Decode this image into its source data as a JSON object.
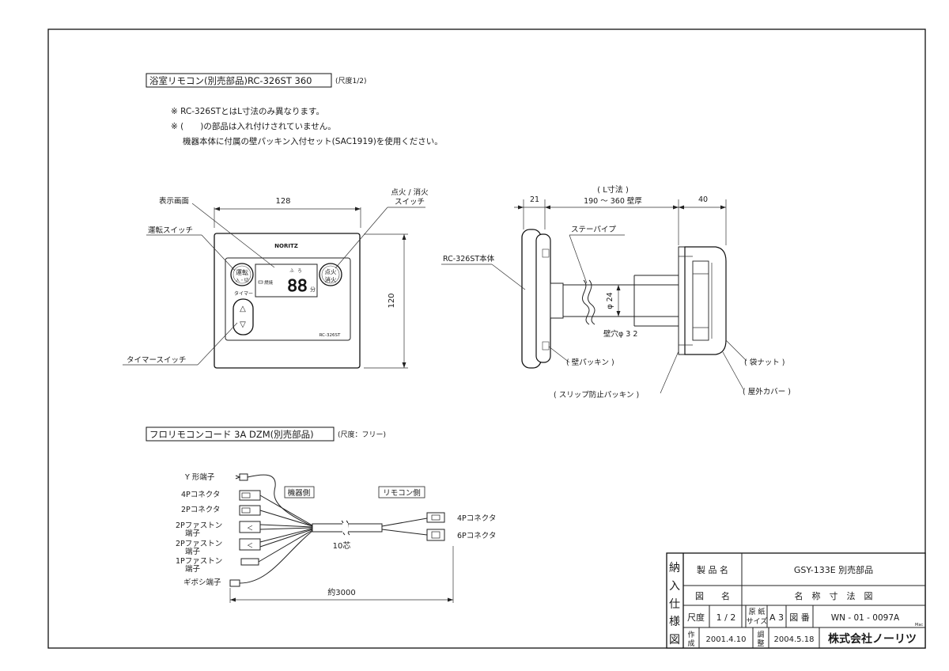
{
  "section1": {
    "title": "浴室リモコン(別売部品)RC-326ST 360",
    "scale": "(尺度1/2)",
    "note1": "※ RC-326STとはL寸法のみ異なります。",
    "note2": "※ (　　)の部品は入れ付けされていません。",
    "note3": "機器本体に付属の壁パッキン入付セット(SAC1919)を使用ください。"
  },
  "front_view": {
    "width_dim": "128",
    "height_dim": "120",
    "brand": "NORITZ",
    "model": "RC-326ST",
    "display_digits": "88",
    "display_unit": "分",
    "display_small1": "ふ",
    "display_small2": "ろ",
    "display_indicator": "燃焼",
    "btn_run_line1": "運転",
    "btn_run_line2": "入・切",
    "btn_fire_line1": "点火",
    "btn_fire_line2": "消火",
    "timer_label": "タイマー",
    "up_symbol": "△",
    "down_symbol": "▽",
    "label_display": "表示画面",
    "label_run_switch": "運転スイッチ",
    "label_fire_switch_1": "点火 / 消火",
    "label_fire_switch_2": "スイッチ",
    "label_timer_switch": "タイマースイッチ"
  },
  "side_view": {
    "l_dim_title": "( L寸法 )",
    "dim_21": "21",
    "dim_range": "190 ～ 360 壁厚",
    "dim_40": "40",
    "stay_pipe": "ステーパイプ",
    "phi24": "φ 24",
    "wall_hole": "壁穴φ 3 2",
    "body_label": "RC-326ST本体",
    "wall_packing": "( 壁パッキン )",
    "slip_packing": "( スリップ防止パッキン )",
    "bag_nut": "( 袋ナット )",
    "outdoor_cover": "( 屋外カバー )"
  },
  "section2": {
    "title": "フロリモコンコード 3A DZM(別売部品)",
    "scale": "(尺度：フリー)",
    "y_terminal": "Y 形端子",
    "c4p": "4Pコネクタ",
    "c2p": "2Pコネクタ",
    "fast2p_a": "2Pファストン",
    "fast2p_b": "2Pファストン",
    "fast1p": "1Pファストン",
    "terminal": "端子",
    "gibosi": "ギボシ端子",
    "device_side": "機器側",
    "remote_side": "リモコン側",
    "core": "10芯",
    "length": "約3000",
    "r4p": "4Pコネクタ",
    "r6p": "6Pコネクタ"
  },
  "title_block": {
    "stamp": [
      "納",
      "入",
      "仕",
      "様",
      "図"
    ],
    "product_label": "製 品 名",
    "product_value": "GSY-133E 別売部品",
    "drawing_label": "図　　名",
    "drawing_value": "名　称　寸　法　図",
    "scale_label": "尺度",
    "scale_value": "1 / 2",
    "paper_label_1": "原 紙",
    "paper_label_2": "サイズ",
    "paper_value": "A 3",
    "drawing_no_label": "図 番",
    "drawing_no_value": "WN - 01 - 0097A",
    "mac": "Mac",
    "created_label_1": "作",
    "created_label_2": "成",
    "created_value": "2001.4.10",
    "revised_label_1": "調",
    "revised_label_2": "整",
    "revised_value": "2004.5.18",
    "company": "株式会社ノーリツ"
  }
}
